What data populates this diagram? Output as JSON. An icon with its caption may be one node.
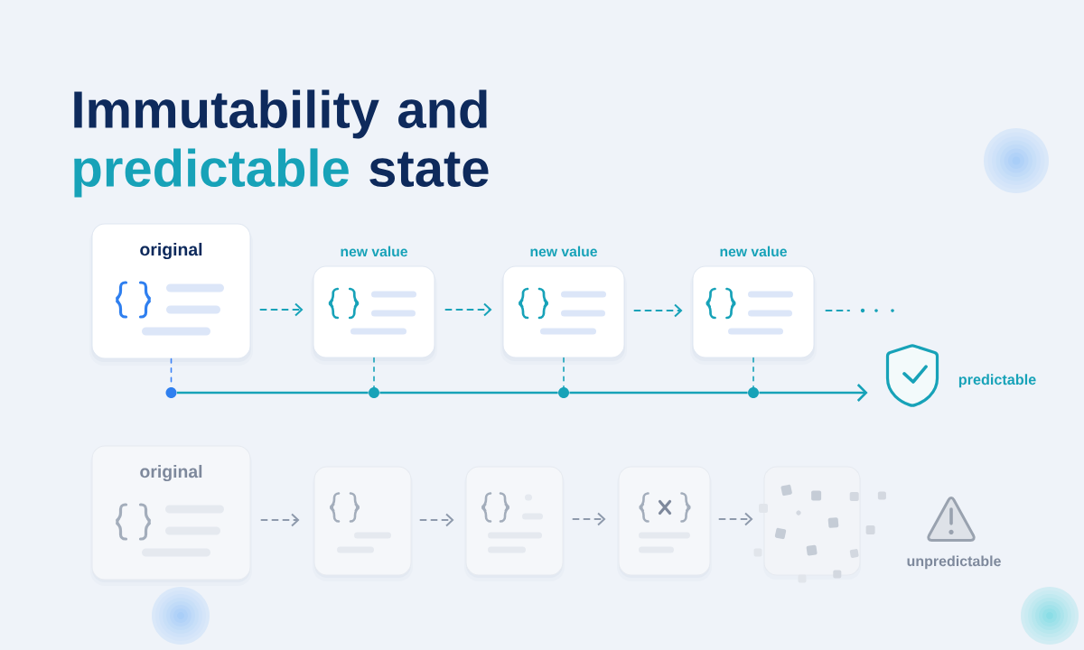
{
  "diagram": {
    "title": "Immutability and predictable state",
    "nodes": [
      {
        "text": [
          "original"
        ]
      },
      {
        "text": [
          "new value"
        ]
      },
      {
        "text": [
          "new value"
        ]
      },
      {
        "text": [
          "new value"
        ]
      },
      {
        "text": [],
        "shape": "circle"
      },
      {
        "text": [],
        "shape": "circle"
      },
      {
        "text": [],
        "shape": "circle"
      },
      {
        "text": [],
        "shape": "circle"
      },
      {
        "text": [],
        "shape": "shield",
        "beside": [
          "predictable"
        ]
      },
      {
        "text": [
          "original"
        ]
      },
      {
        "text": [],
        "shape": "box"
      },
      {
        "text": [],
        "shape": "box"
      },
      {
        "text": [],
        "shape": "box"
      },
      {
        "text": [],
        "shape": "box"
      },
      {
        "text": [],
        "shape": "triangle",
        "beside": [
          "unpredictable"
        ]
      }
    ],
    "edges": [
      {
        "from": 0,
        "to": 1,
        "arrow": "to",
        "style": "dashed"
      },
      {
        "from": 1,
        "to": 2,
        "arrow": "to",
        "style": "dashed"
      },
      {
        "from": 2,
        "to": 3,
        "arrow": "to",
        "style": "dashed"
      },
      {
        "from": 3,
        "to": null,
        "arrow": "none",
        "style": "dashed"
      },
      {
        "from": 0,
        "to": 4,
        "arrow": "none",
        "style": "dashed",
        "color": "#3b82f6"
      },
      {
        "from": 1,
        "to": 5,
        "arrow": "none",
        "style": "dashed"
      },
      {
        "from": 2,
        "to": 6,
        "arrow": "none",
        "style": "dashed"
      },
      {
        "from": 3,
        "to": 7,
        "arrow": "none",
        "style": "dashed"
      },
      {
        "from": 4,
        "to": 5,
        "arrow": "none"
      },
      {
        "from": 5,
        "to": 6,
        "arrow": "none"
      },
      {
        "from": 6,
        "to": 7,
        "arrow": "none"
      },
      {
        "from": 7,
        "to": 8,
        "arrow": "to"
      },
      {
        "from": 9,
        "to": 10,
        "arrow": "to",
        "style": "dashed",
        "color": "#8e9aac"
      },
      {
        "from": 10,
        "to": 11,
        "arrow": "to",
        "style": "dashed",
        "color": "#8e9aac"
      },
      {
        "from": 11,
        "to": 12,
        "arrow": "to",
        "style": "dashed",
        "color": "#8e9aac"
      },
      {
        "from": 12,
        "to": 13,
        "arrow": "to",
        "style": "dashed",
        "color": "#8e9aac"
      }
    ]
  }
}
